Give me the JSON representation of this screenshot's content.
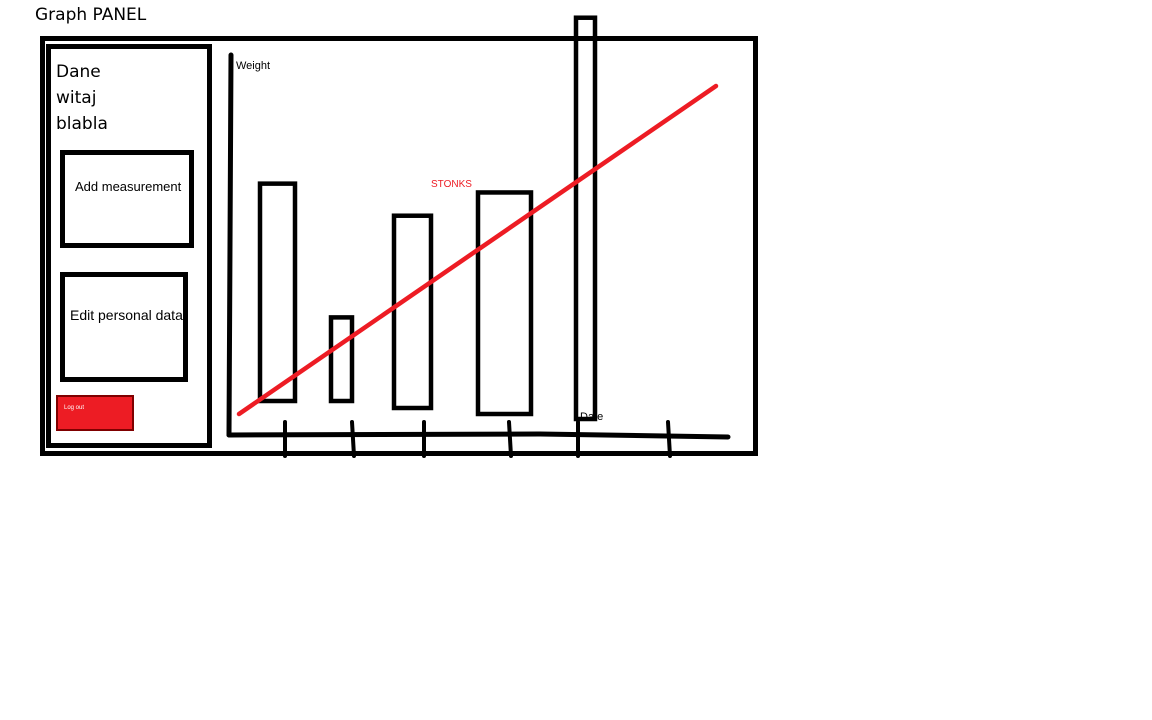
{
  "window": {
    "title": "Graph PANEL"
  },
  "sidebar": {
    "greeting_lines": [
      "Dane",
      "witaj",
      "blabla"
    ],
    "add_measurement_label": "Add measurement",
    "edit_personal_data_label": "Edit personal data",
    "logout_label": "Log out"
  },
  "colors": {
    "trend": "#ed1c24",
    "logout_button": "#ed1c24",
    "lines": "#000000"
  },
  "chart_data": {
    "type": "bar",
    "ylabel": "Weight",
    "xlabel": "Date",
    "categories": [
      "",
      "",
      "",
      "",
      "",
      ""
    ],
    "values": [
      0.52,
      0.2,
      0.46,
      0.53,
      0.96,
      0
    ],
    "trend_annotation": "STONKS"
  }
}
